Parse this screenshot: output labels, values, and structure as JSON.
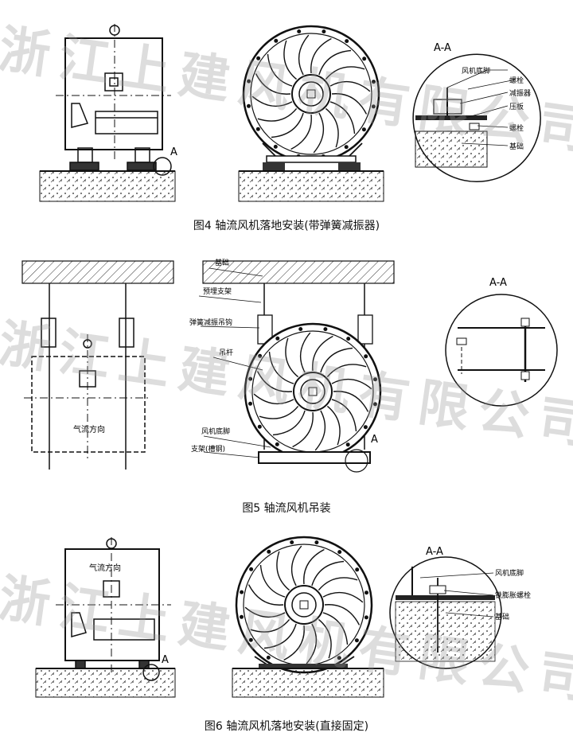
{
  "figures": [
    {
      "caption": "图4  轴流风机落地安装(带弹簧减振器)",
      "detail_letter": "A",
      "section_title": "A-A",
      "labels": [
        "风机底脚",
        "螺栓",
        "减振器",
        "压板",
        "螺栓",
        "基础"
      ]
    },
    {
      "caption": "图5  轴流风机吊装",
      "detail_letter": "A",
      "section_title": "A-A",
      "airflow_label": "气流方向",
      "labels": [
        "基础",
        "预埋支架",
        "弹簧减振吊钩",
        "吊杆",
        "风机底脚",
        "支架(槽钢)"
      ]
    },
    {
      "caption": "图6  轴流风机落地安装(直接固定)",
      "detail_letter": "A",
      "section_title": "A-A",
      "airflow_label": "气流方向",
      "labels": [
        "风机底脚",
        "铁膨胀螺栓",
        "基础"
      ]
    }
  ],
  "watermark": "浙江上建风机有限公司"
}
